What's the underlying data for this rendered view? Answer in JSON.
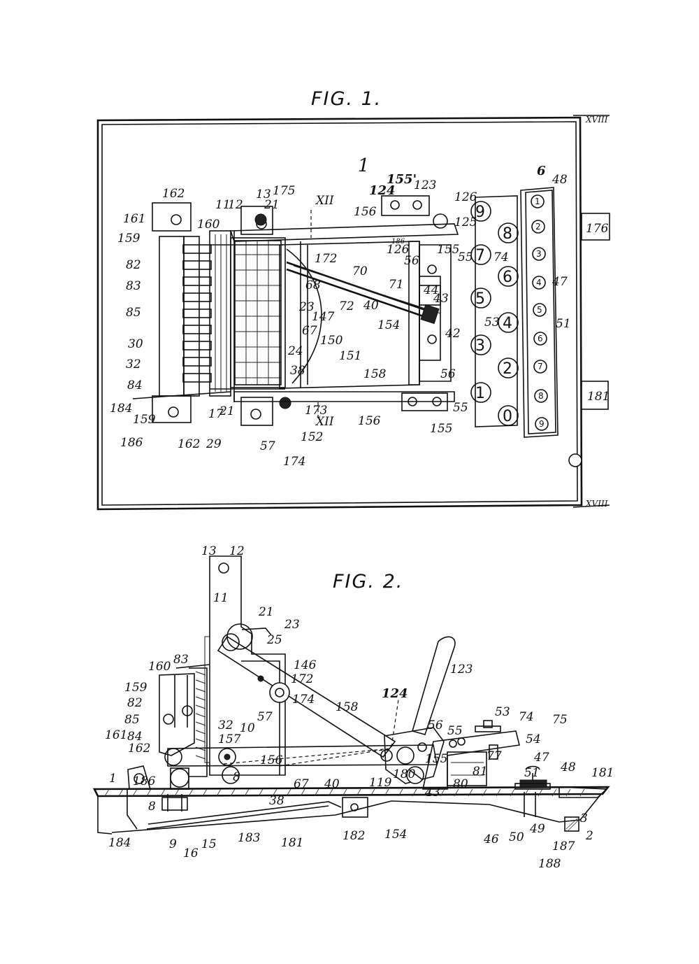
{
  "figures": [
    {
      "title": "FIG. 1.",
      "labels": [
        "1",
        "155'",
        "123",
        "124",
        "126",
        "6",
        "48",
        "162",
        "11",
        "12",
        "13",
        "175",
        "21",
        "XII",
        "156",
        "161",
        "160",
        "159",
        "82",
        "83",
        "85",
        "30",
        "32",
        "84",
        "184",
        "186",
        "17",
        "29",
        "57",
        "152",
        "174",
        "173",
        "XII",
        "156",
        "155",
        "55",
        "56",
        "158",
        "151",
        "150",
        "24",
        "67",
        "147",
        "23",
        "72",
        "68",
        "70",
        "40",
        "71",
        "44",
        "43",
        "42",
        "154",
        "53",
        "74",
        "47",
        "51",
        "176",
        "181",
        "XVIII",
        "XVIII",
        "125",
        "55",
        "56",
        "155",
        "126",
        "186",
        "172",
        "38",
        "21",
        "162",
        "159"
      ],
      "dial_numbers": [
        "9",
        "8",
        "7",
        "6",
        "5",
        "4",
        "3",
        "2",
        "1",
        "0"
      ],
      "bar_numbers": [
        "1",
        "2",
        "3",
        "4",
        "5",
        "6",
        "7",
        "8",
        "9"
      ]
    },
    {
      "title": "FIG. 2.",
      "labels": [
        "13",
        "12",
        "11",
        "21",
        "23",
        "25",
        "146",
        "172",
        "174",
        "160",
        "83",
        "159",
        "82",
        "85",
        "84",
        "161",
        "162",
        "32",
        "157",
        "10",
        "57",
        "156",
        "158",
        "124",
        "123",
        "56",
        "53",
        "74",
        "75",
        "55",
        "54",
        "77",
        "81",
        "80",
        "47",
        "48",
        "181",
        "51",
        "155",
        "180",
        "119",
        "67",
        "40",
        "43",
        "154",
        "182",
        "183",
        "181",
        "38",
        "46",
        "50",
        "49",
        "187",
        "188",
        "3",
        "2",
        "186",
        "8",
        "9",
        "16",
        "15",
        "1",
        "184",
        "8"
      ]
    }
  ]
}
